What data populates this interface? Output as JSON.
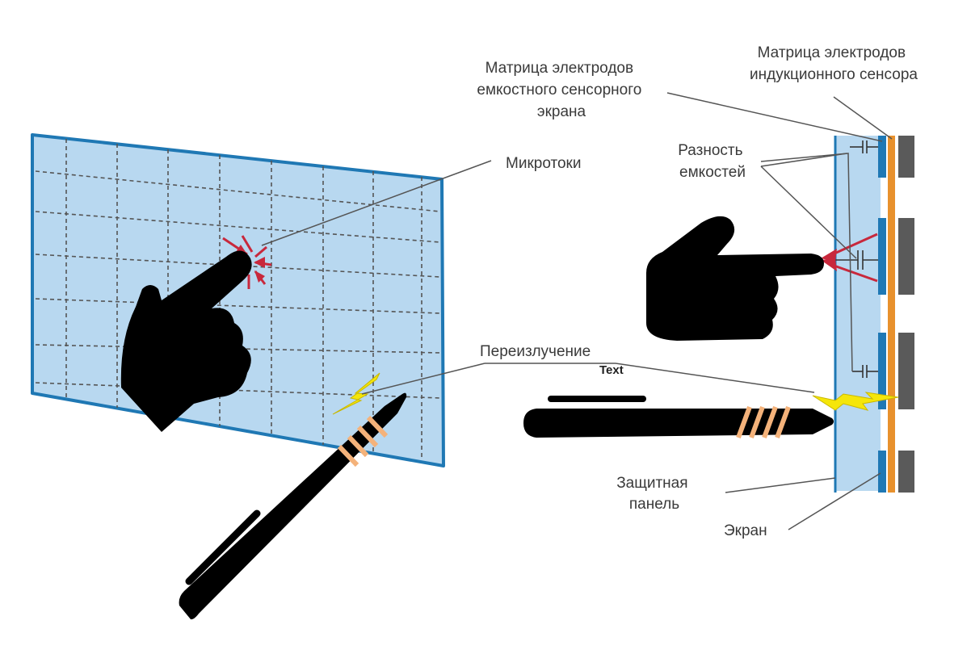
{
  "labels": {
    "microcurrents": "Микротоки",
    "capacitive_matrix": [
      "Матрица электродов",
      "емкостного сенсорного",
      "экрана"
    ],
    "inductive_matrix": [
      "Матрица электродов",
      "индукционного сенсора"
    ],
    "capacitance_diff": [
      "Разность",
      "емкостей"
    ],
    "reradiation": "Переизлучение",
    "text_tag": "Text",
    "protective_panel": [
      "Защитная",
      "панель"
    ],
    "screen": "Экран"
  },
  "icons": [
    "finger-hand-icon",
    "stylus-pen-icon",
    "lightning-icon",
    "capacitor-icon"
  ],
  "colors": {
    "panel_fill": "#b8d8f0",
    "panel_border": "#1f78b4",
    "electrode": "#1f78b4",
    "screen_layer": "#e8912d",
    "inductive_electrode": "#5a5a5a",
    "microcurrent_arrows": "#c8283c",
    "lightning": "#f5e60a",
    "pen_band": "#f4b27a",
    "ink": "#000000",
    "leader_lines": "#555555"
  }
}
